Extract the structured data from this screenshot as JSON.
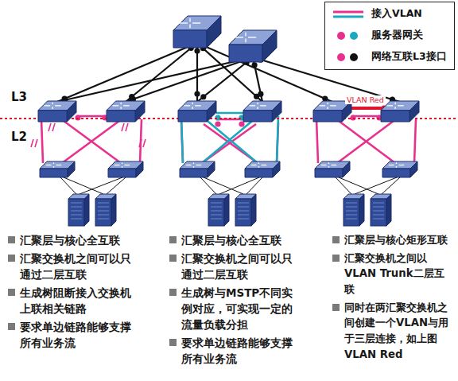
{
  "diagram": {
    "labels": [
      "L3",
      "L2",
      "VLAN Red",
      "汇聚层与核心全互联",
      "汇聚交换机之间可以只通过二层互联",
      "生成树阻断接入交换机上联相关链路",
      "要求单边链路能够支撑所有业务流",
      "汇聚层与核心全互联",
      "汇聚交换机之间可以只通过二层互联",
      "生成树与MSTP不同实例对应，可实现一定的流量负载分担",
      "要求单边链路能够支撑所有业务流",
      "汇聚层与核心矩形互联",
      "汇聚交换机之间以VLAN Trunk二层互联",
      "同时在两汇聚交换机之间创建一个VLAN与用于三层连接，如上图VLAN Red"
    ],
    "legend": [
      {
        "text": "接入VLAN"
      },
      {
        "text": "服务器网关"
      },
      {
        "text": "网络互联L3接口"
      }
    ]
  }
}
